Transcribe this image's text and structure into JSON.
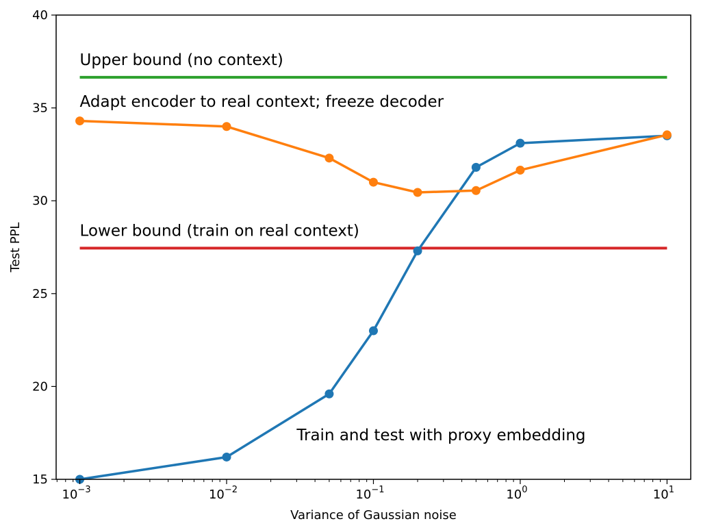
{
  "chart_data": {
    "type": "line",
    "xlabel": "Variance of Gaussian noise",
    "ylabel": "Test PPL",
    "xscale": "log",
    "xlim": [
      0.00069,
      14.5
    ],
    "ylim": [
      15,
      40
    ],
    "grid": false,
    "legend": "none",
    "x_ticks": [
      {
        "value": 0.001,
        "base": "10",
        "exp": "−3"
      },
      {
        "value": 0.01,
        "base": "10",
        "exp": "−2"
      },
      {
        "value": 0.1,
        "base": "10",
        "exp": "−1"
      },
      {
        "value": 1,
        "base": "10",
        "exp": "0"
      },
      {
        "value": 10,
        "base": "10",
        "exp": "1"
      }
    ],
    "y_ticks": [
      {
        "value": 15,
        "label": "15"
      },
      {
        "value": 20,
        "label": "20"
      },
      {
        "value": 25,
        "label": "25"
      },
      {
        "value": 30,
        "label": "30"
      },
      {
        "value": 35,
        "label": "35"
      },
      {
        "value": 40,
        "label": "40"
      }
    ],
    "series": [
      {
        "color": "#1f77b4",
        "x": [
          0.001,
          0.01,
          0.05,
          0.1,
          0.2,
          0.5,
          1,
          10
        ],
        "y": [
          15.0,
          16.2,
          19.6,
          23.0,
          27.3,
          31.8,
          33.1,
          33.5
        ]
      },
      {
        "color": "#ff7f0e",
        "x": [
          0.001,
          0.01,
          0.05,
          0.1,
          0.2,
          0.5,
          1,
          10
        ],
        "y": [
          34.3,
          34.0,
          32.3,
          31.0,
          30.45,
          30.55,
          31.65,
          33.55
        ]
      }
    ],
    "hlines": [
      {
        "y": 36.65,
        "x_from": 0.001,
        "x_to": 10,
        "color": "#2ca02c"
      },
      {
        "y": 27.45,
        "x_from": 0.001,
        "x_to": 10,
        "color": "#d62728"
      }
    ],
    "annotations": [
      {
        "text": "Upper bound (no context)",
        "x": 0.001,
        "y": 37.3
      },
      {
        "text": "Adapt encoder to real context; freeze decoder",
        "x": 0.001,
        "y": 35.05
      },
      {
        "text": "Lower bound (train on real context)",
        "x": 0.001,
        "y": 28.1
      },
      {
        "text": "Train and test with proxy embedding",
        "x": 0.03,
        "y": 17.1
      }
    ]
  }
}
